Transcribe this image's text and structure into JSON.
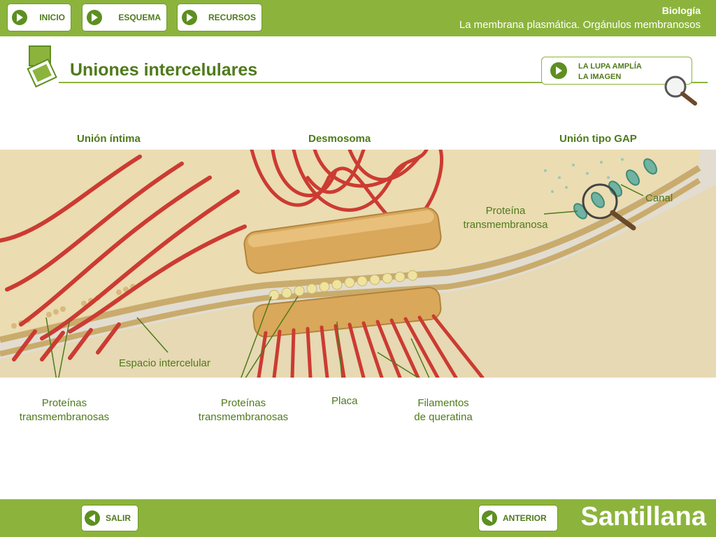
{
  "nav": {
    "inicio": "INICIO",
    "esquema": "ESQUEMA",
    "recursos": "RECURSOS"
  },
  "header": {
    "subject": "Biología",
    "subtitle": "La membrana plasmática. Orgánulos membranosos"
  },
  "page": {
    "title": "Uniones intercelulares"
  },
  "lupa": {
    "line1": "LA LUPA AMPLÍA",
    "line2": "LA IMAGEN"
  },
  "sections": {
    "union_intima": "Unión íntima",
    "desmosoma": "Desmosoma",
    "union_gap": "Unión tipo GAP"
  },
  "labels": {
    "canal": "Canal",
    "proteina_1": "Proteína",
    "proteina_2": "transmembranosa",
    "espacio": "Espacio intercelular",
    "prot_left_1": "Proteínas",
    "prot_left_2": "transmembranosas",
    "prot_mid_1": "Proteínas",
    "prot_mid_2": "transmembranosas",
    "placa": "Placa",
    "filamentos_1": "Filamentos",
    "filamentos_2": "de queratina"
  },
  "footer": {
    "salir": "SALIR",
    "anterior": "ANTERIOR",
    "brand": "Santillana"
  },
  "colors": {
    "accent": "#8cb43c",
    "dark_green": "#4f7a1b",
    "filament_red": "#cc3b32",
    "membrane": "#e3c98d"
  },
  "icons": [
    "play-icon",
    "magnifier-icon",
    "back-arrow-icon",
    "squares-logo-icon"
  ]
}
